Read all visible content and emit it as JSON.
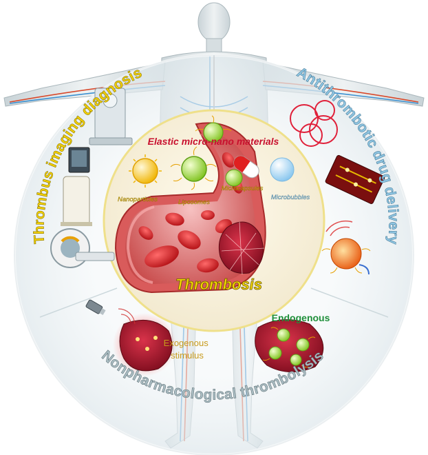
{
  "center_title": "Thrombosis",
  "materials_heading": "Elastic micro-nano materials",
  "particles": [
    {
      "label": "Nanoparticles"
    },
    {
      "label": "Liposomes"
    },
    {
      "label": "Microcapsules"
    },
    {
      "label": "Microbubbles"
    }
  ],
  "ring_sections": {
    "imaging": "Thrombus imaging diagnosis",
    "drug_delivery": "Antithrombotic drug delivery",
    "thrombolysis": "Nonpharmacological thrombolysis"
  },
  "thrombolysis_methods": {
    "exogenous": [
      "Exogenous",
      "stimulus"
    ],
    "endogenous": "Endogenous"
  },
  "colors": {
    "heading_red": "#c8102e",
    "title_yellow": "#f5d800",
    "ring_blue": "#8fc6e3",
    "ring_yellow": "#e8c21a",
    "ring_gray": "#9cb0b6",
    "endogenous_green": "#1f8f3a",
    "exogenous_gold": "#c89a1a"
  }
}
